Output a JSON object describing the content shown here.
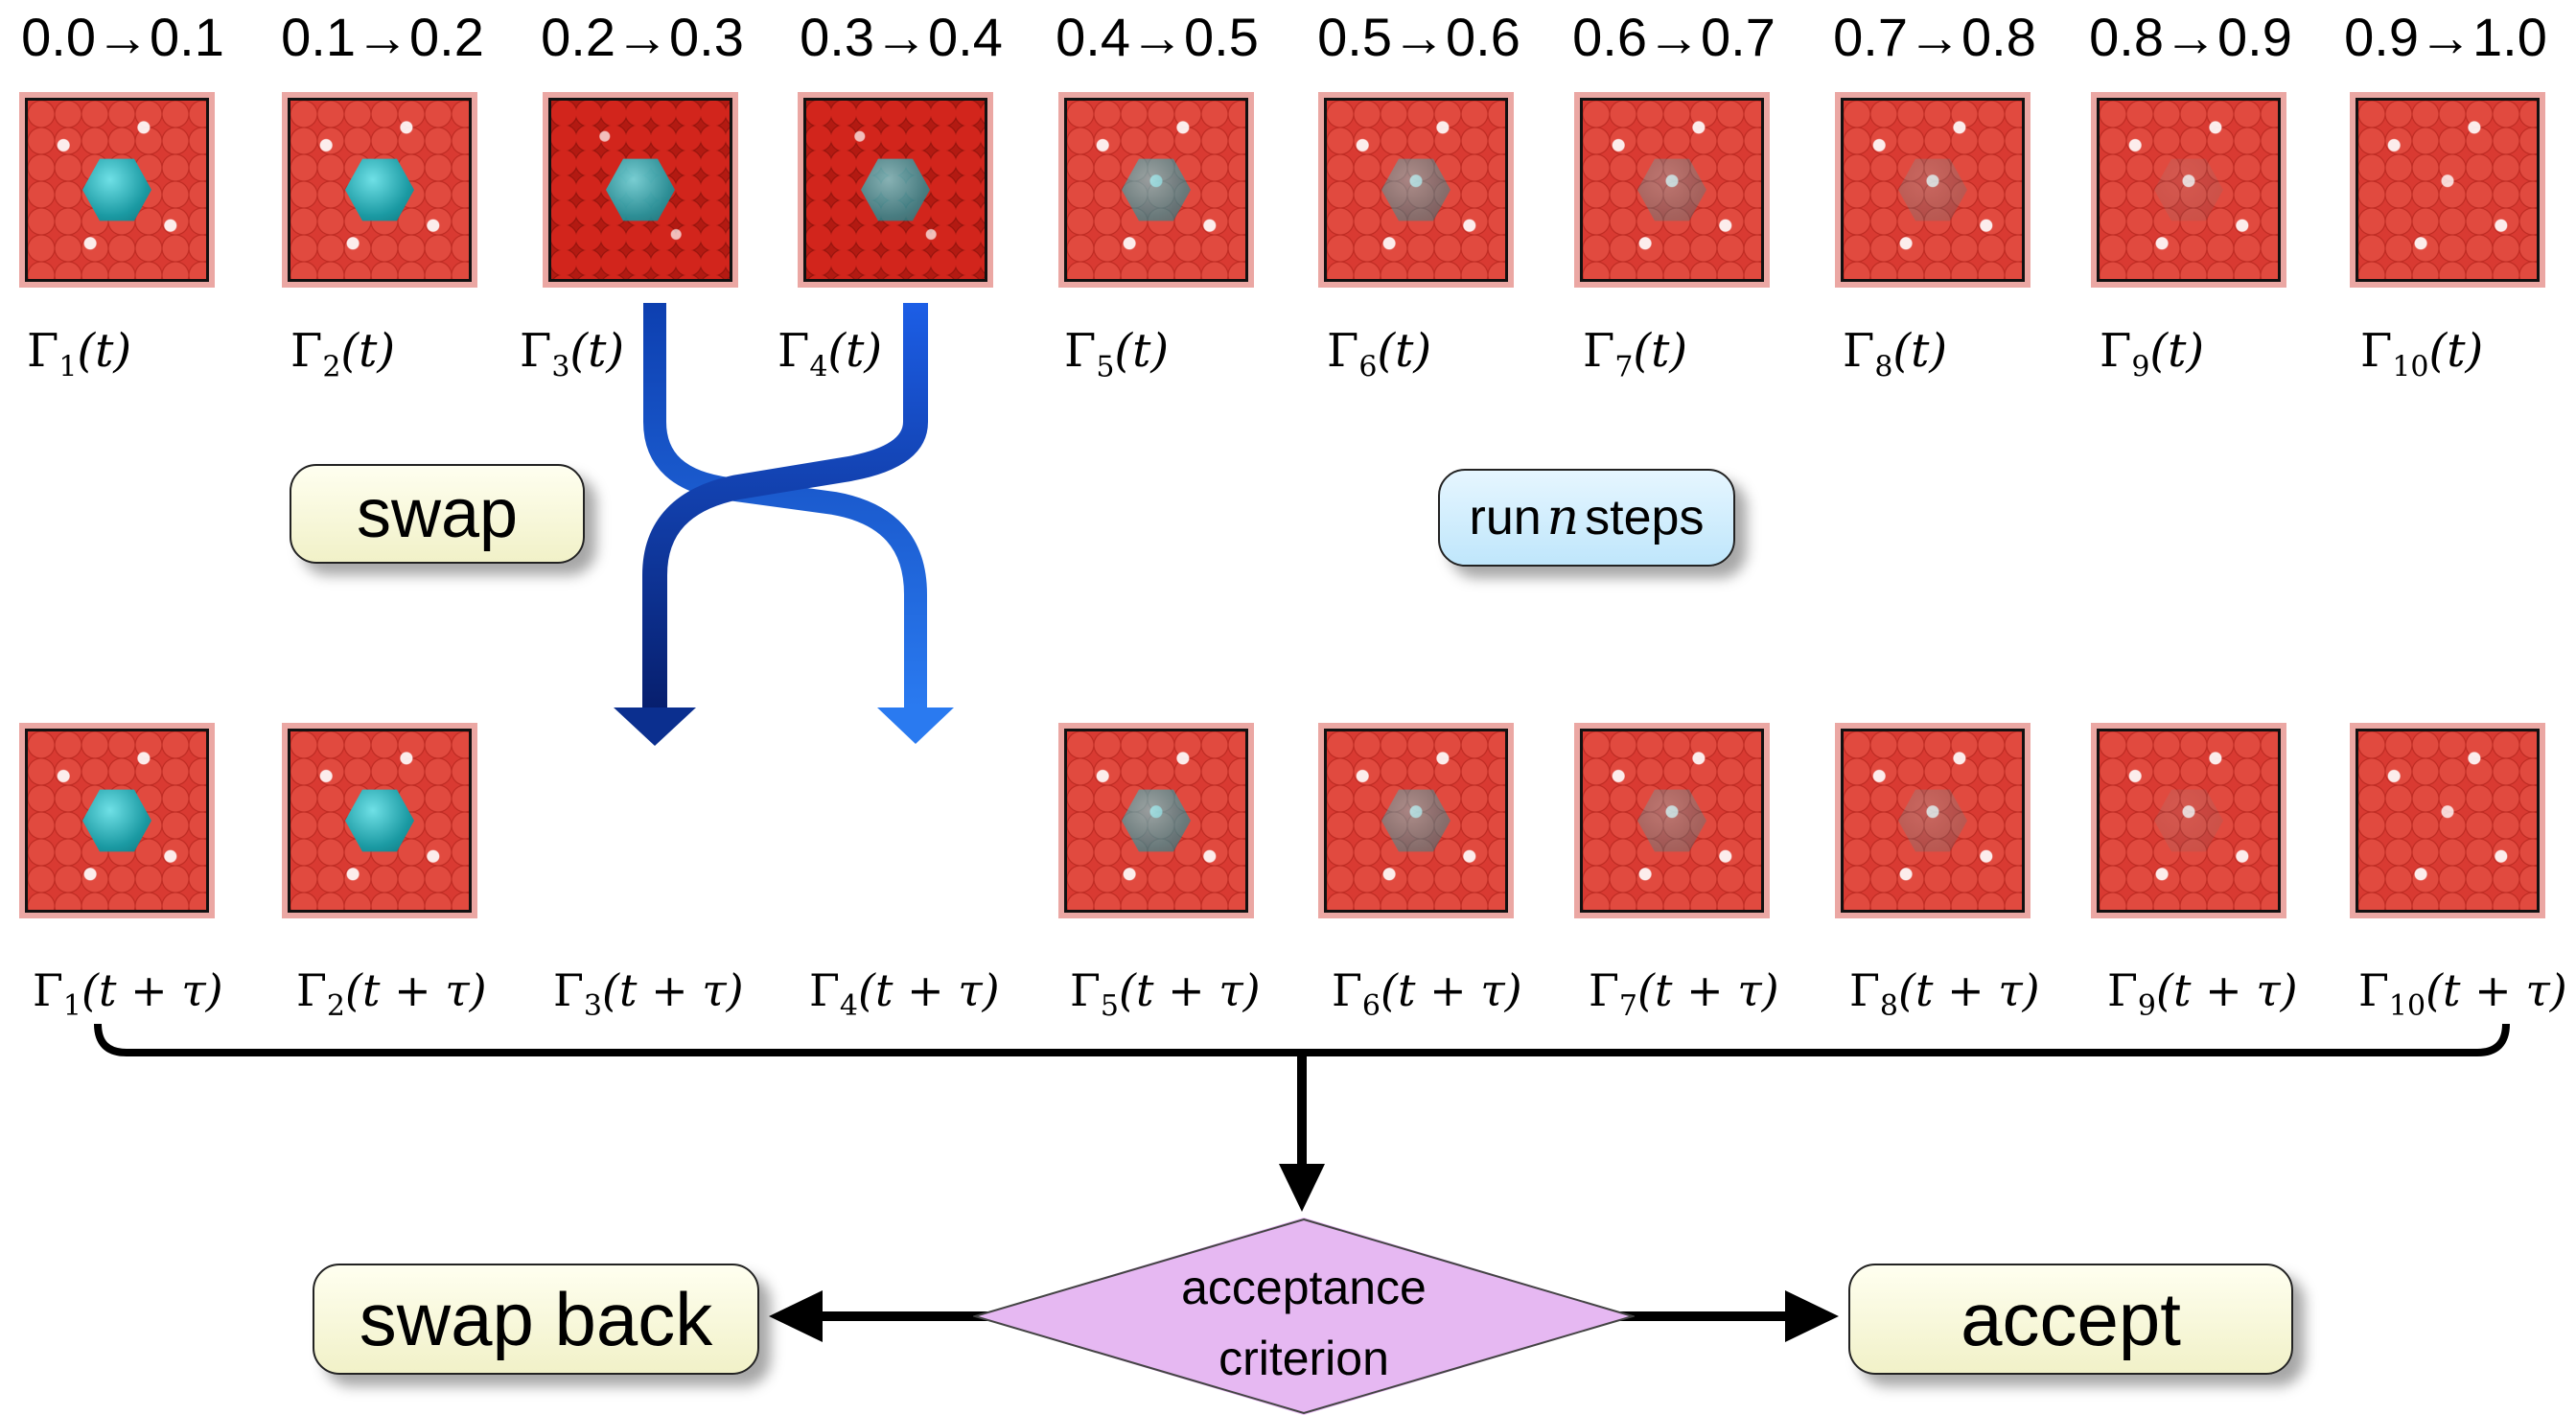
{
  "ranges": [
    "0.0→0.1",
    "0.1→0.2",
    "0.2→0.3",
    "0.3→0.4",
    "0.4→0.5",
    "0.5→0.6",
    "0.6→0.7",
    "0.7→0.8",
    "0.8→0.9",
    "0.9→1.0"
  ],
  "top_gamma": [
    {
      "sub": "1",
      "arg": "(t)"
    },
    {
      "sub": "2",
      "arg": "(t)"
    },
    {
      "sub": "3",
      "arg": "(t)"
    },
    {
      "sub": "4",
      "arg": "(t)"
    },
    {
      "sub": "5",
      "arg": "(t)"
    },
    {
      "sub": "6",
      "arg": "(t)"
    },
    {
      "sub": "7",
      "arg": "(t)"
    },
    {
      "sub": "8",
      "arg": "(t)"
    },
    {
      "sub": "9",
      "arg": "(t)"
    },
    {
      "sub": "10",
      "arg": "(t)"
    }
  ],
  "bottom_gamma": [
    {
      "sub": "1",
      "arg": "(t + τ)"
    },
    {
      "sub": "2",
      "arg": "(t + τ)"
    },
    {
      "sub": "3",
      "arg": "(t + τ)"
    },
    {
      "sub": "4",
      "arg": "(t + τ)"
    },
    {
      "sub": "5",
      "arg": "(t + τ)"
    },
    {
      "sub": "6",
      "arg": "(t + τ)"
    },
    {
      "sub": "7",
      "arg": "(t + τ)"
    },
    {
      "sub": "8",
      "arg": "(t + τ)"
    },
    {
      "sub": "9",
      "arg": "(t + τ)"
    },
    {
      "sub": "10",
      "arg": "(t + τ)"
    }
  ],
  "gamma_symbol": "Γ",
  "solute_visibility": [
    1.0,
    1.0,
    0.9,
    0.75,
    0.6,
    0.45,
    0.3,
    0.2,
    0.1,
    0.0
  ],
  "labels": {
    "swap": "swap",
    "run_pre": "run ",
    "run_n": "n",
    "run_post": " steps",
    "swap_back": "swap back",
    "accept": "accept",
    "acceptance_line1": "acceptance",
    "acceptance_line2": "criterion"
  },
  "colors": {
    "water": "#d93a32",
    "solute": "#1b9aa3",
    "swap_arrow_light": "#1a5fe0",
    "swap_arrow_dark": "#0b2f8f",
    "pill_cream": "#f8f8d8",
    "pill_blue": "#cdeefc",
    "diamond": "#e6b8f2"
  }
}
